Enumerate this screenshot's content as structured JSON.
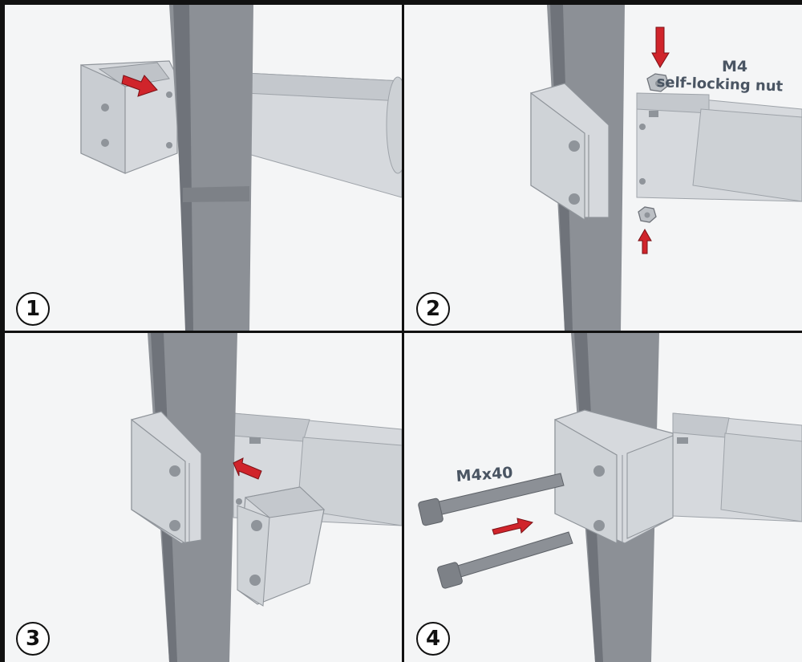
{
  "panels": [
    {
      "step": "1"
    },
    {
      "step": "2",
      "labels": {
        "nut_size": "M4",
        "nut_type": "self-locking nut"
      }
    },
    {
      "step": "3"
    },
    {
      "step": "4",
      "labels": {
        "bolt": "M4x40"
      }
    }
  ],
  "colors": {
    "background": "#f4f5f6",
    "part_light": "#d6d9dd",
    "part_mid": "#bfc3c8",
    "pole": "#8c9096",
    "pole_dark": "#6f737a",
    "arrow": "#d0242b",
    "label": "#4a5563",
    "border": "#111111"
  }
}
